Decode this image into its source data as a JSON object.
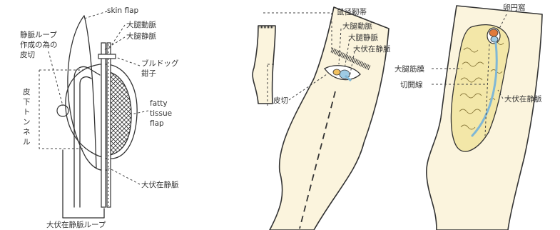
{
  "colors": {
    "skin": "#fbf4dd",
    "muscle": "#f3e7a8",
    "vein": "#7fb7d6",
    "artery": "#e07a3c",
    "line": "#333333"
  },
  "panel_left": {
    "labels": {
      "skin_flap": "skin flap",
      "femoral_artery": "大腿動脈",
      "femoral_vein": "大腿静脈",
      "vein_loop_incision_1": "静脈ループ",
      "vein_loop_incision_2": "作成の為の",
      "vein_loop_incision_3": "皮切",
      "bulldog_clamp_1": "ブルドッグ",
      "bulldog_clamp_2": "鉗子",
      "subcutaneous_tunnel_1": "皮",
      "subcutaneous_tunnel_2": "下",
      "subcutaneous_tunnel_3": "ト",
      "subcutaneous_tunnel_4": "ン",
      "subcutaneous_tunnel_5": "ネ",
      "subcutaneous_tunnel_6": "ル",
      "fatty_1": "fatty",
      "fatty_2": "tissue",
      "fatty_3": "flap",
      "great_saphenous_vein": "大伏在静脈",
      "saphenous_vein_loop": "大伏在静脈ループ"
    }
  },
  "panel_middle": {
    "labels": {
      "inguinal_ligament": "鼠径靭帯",
      "femoral_artery": "大腿動脈",
      "femoral_vein": "大腿静脈",
      "great_saphenous_vein": "大伏在静脈",
      "skin_incision": "皮切"
    }
  },
  "panel_right": {
    "labels": {
      "fossa_ovalis": "卵円窩",
      "fascia_lata": "大腿筋膜",
      "incision_line": "切開線",
      "great_saphenous_vein": "大伏在静脈"
    }
  }
}
